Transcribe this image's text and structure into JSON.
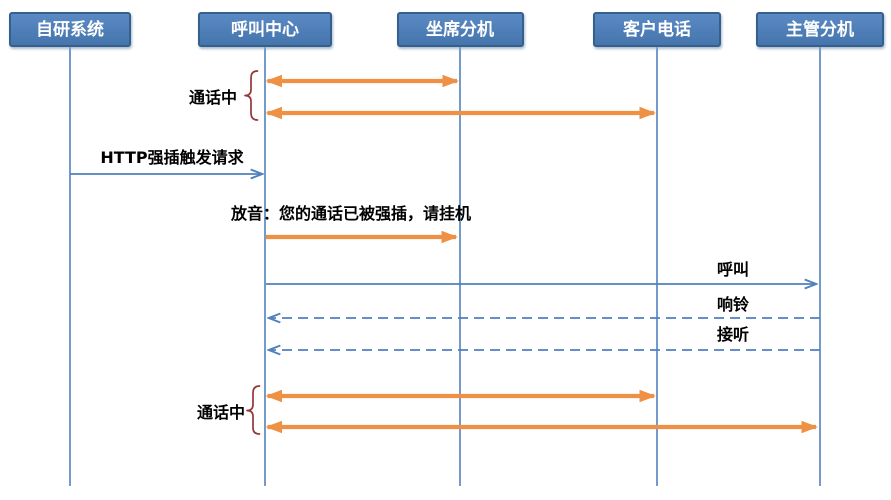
{
  "colors": {
    "background": "#ffffff",
    "actor_fill_top": "#5b8ac5",
    "actor_fill_bottom": "#4574ab",
    "actor_border": "#36618e",
    "actor_text": "#ffffff",
    "lifeline": "#4f81bd",
    "arrow_blue": "#4f81bd",
    "arrow_orange": "#ee9144",
    "brace": "#953735",
    "label_text": "#000000"
  },
  "actors": [
    {
      "label": "自研系统"
    },
    {
      "label": "呼叫中心"
    },
    {
      "label": "坐席分机"
    },
    {
      "label": "客户电话"
    },
    {
      "label": "主管分机"
    }
  ],
  "messages": [
    {
      "label": "通话中",
      "from": "呼叫中心",
      "to": "坐席分机 / 客户电话",
      "style": "orange-bidirectional-pair"
    },
    {
      "label": "HTTP强插触发请求",
      "from": "自研系统",
      "to": "呼叫中心",
      "style": "blue-solid"
    },
    {
      "label": "放音：您的通话已被强插，请挂机",
      "from": "呼叫中心",
      "to": "坐席分机",
      "style": "orange-solid"
    },
    {
      "label": "呼叫",
      "from": "呼叫中心",
      "to": "主管分机",
      "style": "blue-solid"
    },
    {
      "label": "响铃",
      "from": "主管分机",
      "to": "呼叫中心",
      "style": "blue-dashed"
    },
    {
      "label": "接听",
      "from": "主管分机",
      "to": "呼叫中心",
      "style": "blue-dashed"
    },
    {
      "label": "通话中",
      "from": "呼叫中心",
      "to": "客户电话 / 主管分机",
      "style": "orange-bidirectional-pair"
    }
  ]
}
